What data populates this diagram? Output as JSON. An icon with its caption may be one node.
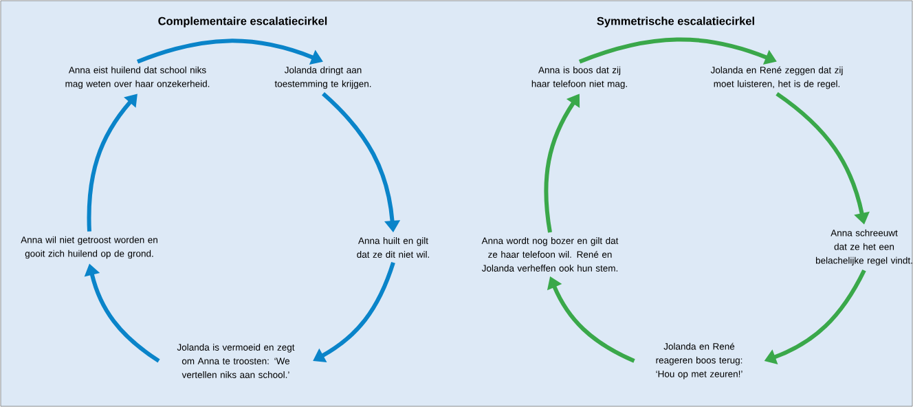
{
  "diagram": {
    "nodes": [
      {
        "text": [
          "Anna eist huilend dat school niks mag weten over haar onzekerheid."
        ]
      },
      {
        "text": [
          "Jolanda dringt aan toestemming te krijgen."
        ]
      },
      {
        "text": [
          "Anna huilt en gilt dat ze dit niet wil."
        ]
      },
      {
        "text": [
          "Jolanda is vermoeid en zegt om Anna te troosten: ‘We vertellen niks aan school.’"
        ]
      },
      {
        "text": [
          "Anna wil niet getroost worden en gooit zich huilend op de grond."
        ]
      },
      {
        "text": [
          "Anna is boos dat zij haar telefoon niet mag."
        ]
      },
      {
        "text": [
          "Jolanda en René zeggen dat zij moet luisteren, het is de regel."
        ]
      },
      {
        "text": [
          "Anna schreeuwt dat ze het een belachelijke regel vindt."
        ]
      },
      {
        "text": [
          "Jolanda en René reageren boos terug: ‘Hou op met zeuren!’"
        ]
      },
      {
        "text": [
          "Anna wordt nog bozer en gilt dat ze haar telefoon wil. René en Jolanda verheffen ook hun stem."
        ]
      }
    ],
    "edges": [
      {
        "from": 0,
        "to": 1,
        "arrow": "to",
        "color": "#0a84c9"
      },
      {
        "from": 1,
        "to": 2,
        "arrow": "to",
        "color": "#0a84c9"
      },
      {
        "from": 2,
        "to": 3,
        "arrow": "to",
        "color": "#0a84c9"
      },
      {
        "from": 3,
        "to": 4,
        "arrow": "to",
        "color": "#0a84c9"
      },
      {
        "from": 4,
        "to": 0,
        "arrow": "to",
        "color": "#0a84c9"
      },
      {
        "from": 5,
        "to": 6,
        "arrow": "to",
        "color": "#3aa84a"
      },
      {
        "from": 6,
        "to": 7,
        "arrow": "to",
        "color": "#3aa84a"
      },
      {
        "from": 7,
        "to": 8,
        "arrow": "to",
        "color": "#3aa84a"
      },
      {
        "from": 8,
        "to": 9,
        "arrow": "to",
        "color": "#3aa84a"
      },
      {
        "from": 9,
        "to": 5,
        "arrow": "to",
        "color": "#3aa84a"
      }
    ],
    "labels": [
      "Complementaire escalatiecirkel",
      "Symmetrische escalatiecirkel"
    ]
  }
}
